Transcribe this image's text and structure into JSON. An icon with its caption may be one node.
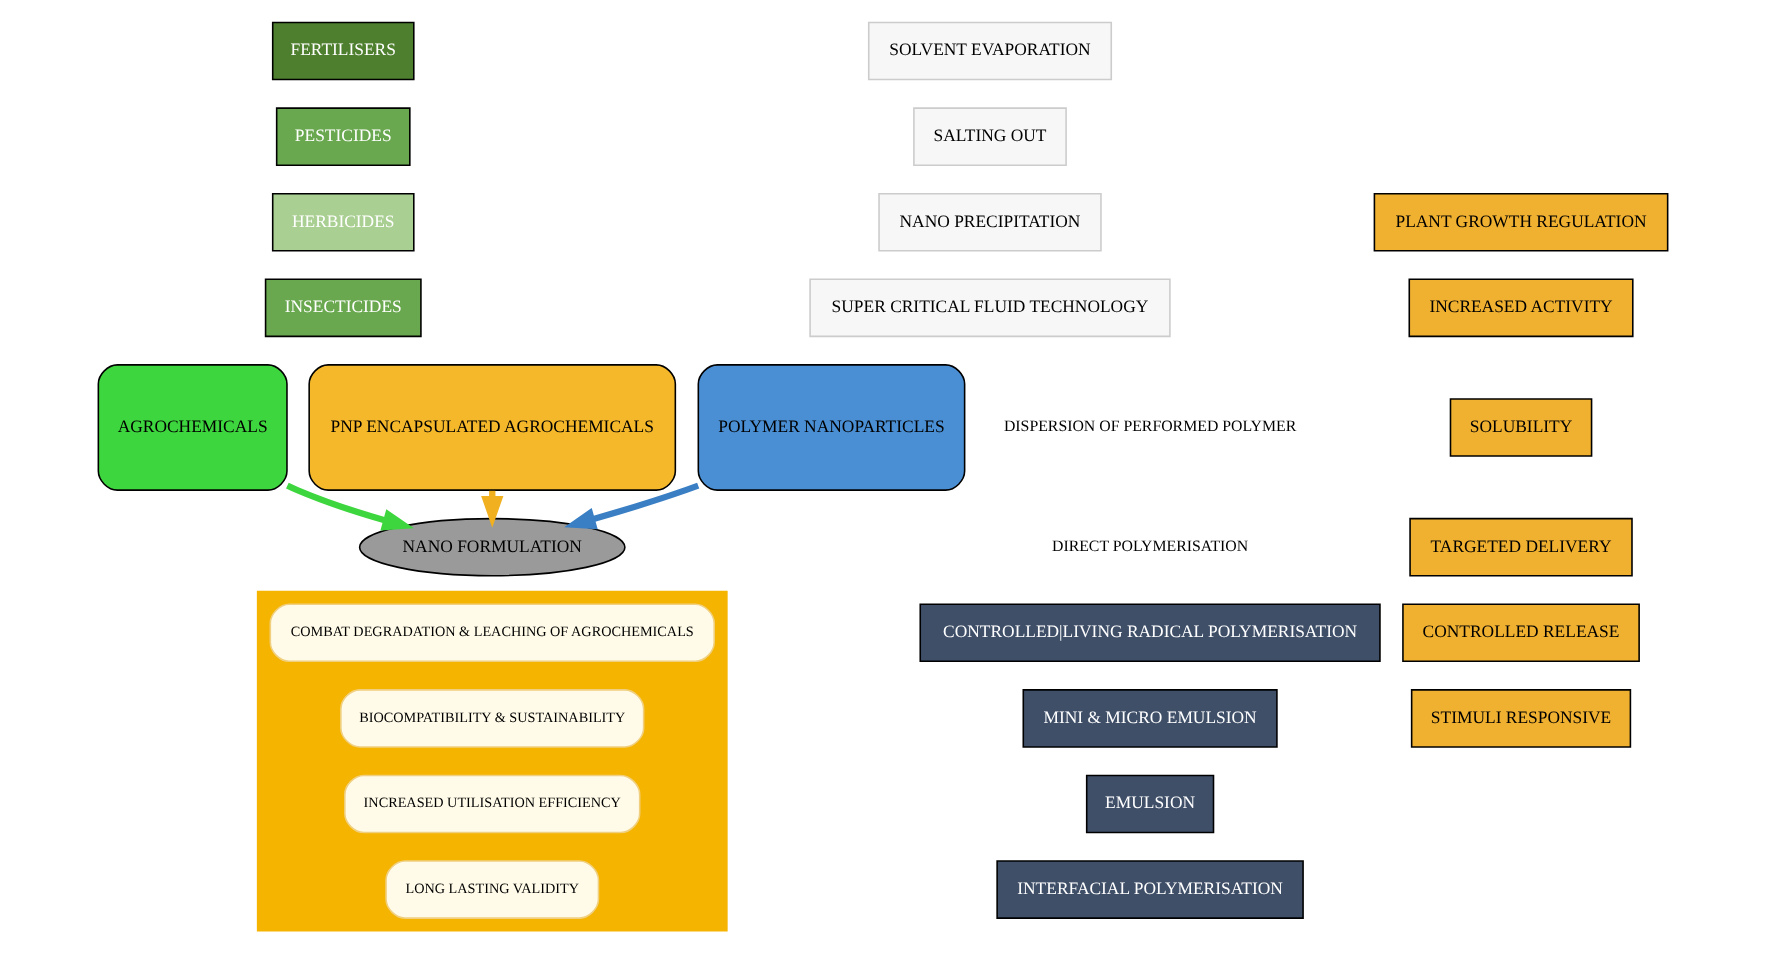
{
  "diagram": {
    "nodes": [
      {
        "text": [
          "FERTILISERS"
        ]
      },
      {
        "text": [
          "PESTICIDES"
        ]
      },
      {
        "text": [
          "HERBICIDES"
        ]
      },
      {
        "text": [
          "INSECTICIDES"
        ]
      },
      {
        "text": [
          "SOLVENT EVAPORATION"
        ]
      },
      {
        "text": [
          "SALTING OUT"
        ]
      },
      {
        "text": [
          "NANO PRECIPITATION"
        ]
      },
      {
        "text": [
          "SUPER CRITICAL FLUID TECHNOLOGY"
        ]
      },
      {
        "text": [
          "AGROCHEMICALS"
        ]
      },
      {
        "text": [
          "PNP ENCAPSULATED AGROCHEMICALS"
        ]
      },
      {
        "text": [
          "PLANT GROWTH REGULATION"
        ]
      },
      {
        "text": [
          "INCREASED ACTIVITY"
        ]
      },
      {
        "text": [
          "SOLUBILITY"
        ]
      },
      {
        "text": [
          "TARGETED DELIVERY"
        ]
      },
      {
        "text": [
          "CONTROLLED RELEASE"
        ]
      },
      {
        "text": [
          "STIMULI RESPONSIVE"
        ]
      },
      {
        "text": [
          "POLYMER NANOPARTICLES"
        ]
      },
      {
        "text": [
          "NANO FORMULATION"
        ]
      },
      {
        "text": [],
        "shape": "triangle"
      },
      {
        "text": [
          "COMBAT DEGRADATION & LEACHING OF AGROCHEMICALS"
        ],
        "in": 18
      },
      {
        "text": [
          "BIOCOMPATIBILITY & SUSTAINABILITY"
        ],
        "in": 18
      },
      {
        "text": [
          "INCREASED UTILISATION EFFICIENCY"
        ],
        "in": 18
      },
      {
        "text": [
          "LONG LASTING VALIDITY"
        ],
        "in": 18
      },
      {
        "text": [
          "CONTROLLED|LIVING RADICAL POLYMERISATION"
        ]
      },
      {
        "text": [
          "MINI & MICRO EMULSION"
        ]
      },
      {
        "text": [
          "EMULSION"
        ]
      },
      {
        "text": [
          "INTERFACIAL POLYMERISATION"
        ]
      }
    ],
    "edges": [
      {
        "from": 16,
        "to": 17,
        "arrow": "to",
        "color": "#3a7fc4"
      },
      {
        "from": 8,
        "to": 17,
        "arrow": "to",
        "color": "#3ed63e"
      },
      {
        "from": 9,
        "to": 17,
        "arrow": "to",
        "color": "#f0b020"
      }
    ],
    "labels": [
      "DISPERSION OF PERFORMED POLYMER",
      "DIRECT POLYMERISATION"
    ]
  }
}
